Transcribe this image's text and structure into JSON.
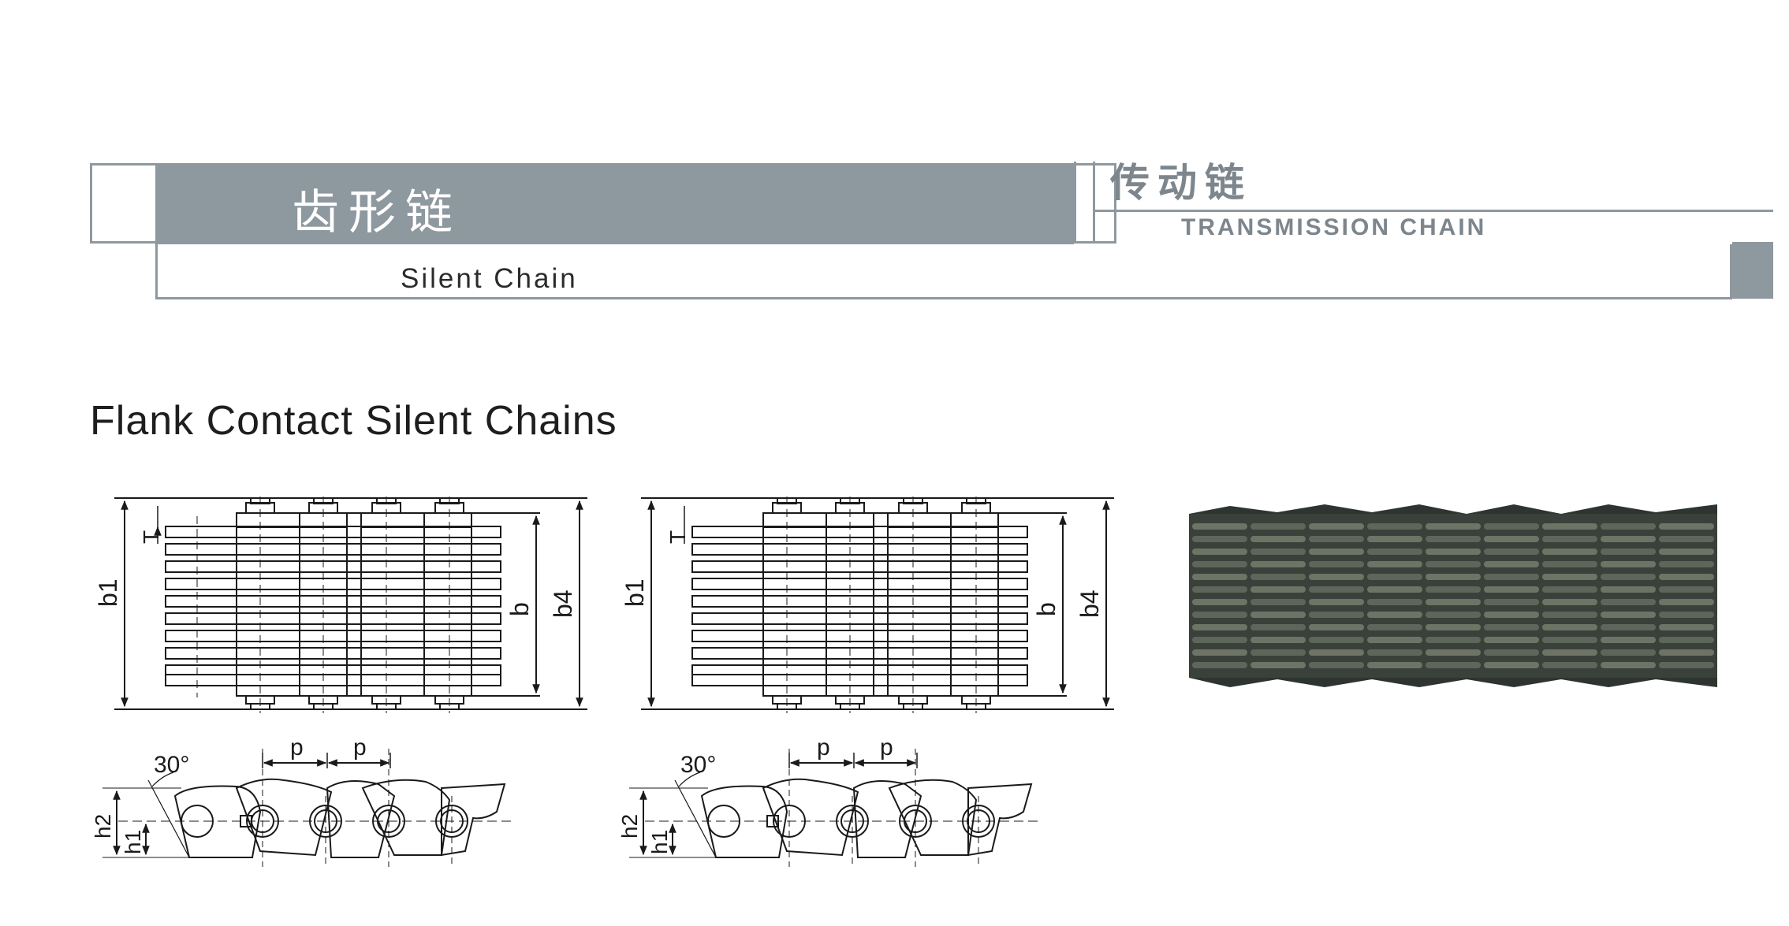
{
  "header": {
    "title_cn": "齿形链",
    "title_en": "Silent Chain",
    "category_cn": "传动链",
    "category_en": "TRANSMISSION CHAIN"
  },
  "section": {
    "title": "Flank Contact Silent Chains"
  },
  "drawing_labels": {
    "b1": "b1",
    "b": "b",
    "b4": "b4",
    "T": "T",
    "p": "p",
    "angle": "30°",
    "h1": "h1",
    "h2": "h2"
  },
  "colors": {
    "header_grey": "#8e989f",
    "category_text": "#7d868d",
    "line": "#1a1a1a",
    "photo_dark": "#2e3430"
  },
  "icons": [
    "chain-photo"
  ]
}
